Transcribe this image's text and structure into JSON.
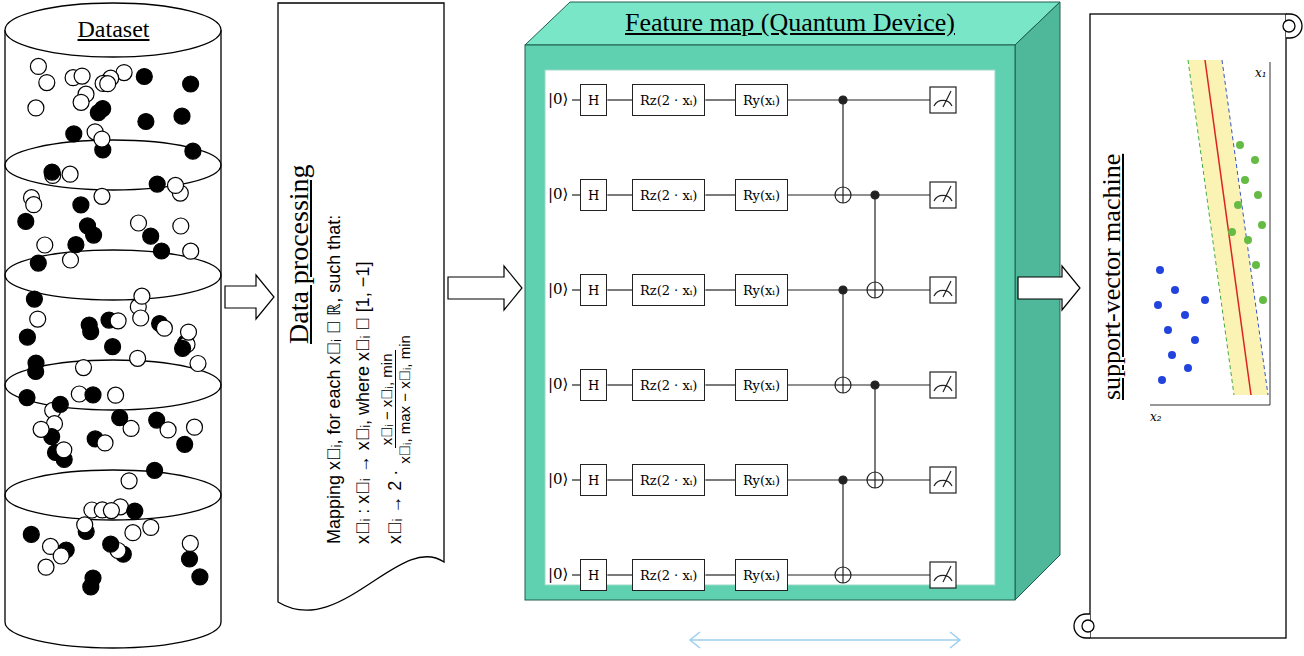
{
  "diagram": {
    "nodes": [
      {
        "text": [
          "Dataset"
        ]
      },
      {
        "text": [
          "Data processing",
          "Mapping x⃗ᵢ, for each x⃗ᵢ ∈ ℝ, such that:",
          "x⃗ᵢ : x⃗ᵢ → x⃗ᵢ,  where x⃗ᵢ ∈ [1, −1]",
          "x⃗ᵢ → 2 ·",
          "x⃗ᵢ − x⃗ᵢ, min",
          "x⃗ᵢ, max − x⃗ᵢ, min"
        ]
      },
      {
        "text": [
          "Feature map (Quantum Device)"
        ]
      },
      {
        "text": [
          "H"
        ],
        "in": 2
      },
      {
        "text": [
          "Rz(2 · xᵢ)"
        ],
        "in": 2
      },
      {
        "text": [
          "Ry(xᵢ)"
        ],
        "in": 2
      },
      {
        "text": [
          "H"
        ],
        "in": 2
      },
      {
        "text": [
          "Rz(2 · xᵢ)"
        ],
        "in": 2
      },
      {
        "text": [
          "Ry(xᵢ)"
        ],
        "in": 2
      },
      {
        "text": [
          "H"
        ],
        "in": 2
      },
      {
        "text": [
          "Rz(2 · xᵢ)"
        ],
        "in": 2
      },
      {
        "text": [
          "Ry(xᵢ)"
        ],
        "in": 2
      },
      {
        "text": [
          "H"
        ],
        "in": 2
      },
      {
        "text": [
          "Rz(2 · xᵢ)"
        ],
        "in": 2
      },
      {
        "text": [
          "Ry(xᵢ)"
        ],
        "in": 2
      },
      {
        "text": [
          "H"
        ],
        "in": 2
      },
      {
        "text": [
          "Rz(2 · xᵢ)"
        ],
        "in": 2
      },
      {
        "text": [
          "Ry(xᵢ)"
        ],
        "in": 2
      },
      {
        "text": [
          "H"
        ],
        "in": 2
      },
      {
        "text": [
          "Rz(2 · xᵢ)"
        ],
        "in": 2
      },
      {
        "text": [
          "Ry(xᵢ)"
        ],
        "in": 2
      },
      {
        "text": [
          "support-vector machine"
        ]
      }
    ],
    "edges": [
      {
        "from": 0,
        "to": 1,
        "arrow": "to"
      },
      {
        "from": 1,
        "to": 2,
        "arrow": "to"
      },
      {
        "from": 2,
        "to": 21,
        "arrow": "to"
      },
      {
        "from": 3,
        "to": 4,
        "arrow": "none"
      },
      {
        "from": 4,
        "to": 5,
        "arrow": "none"
      },
      {
        "from": 6,
        "to": 7,
        "arrow": "none"
      },
      {
        "from": 7,
        "to": 8,
        "arrow": "none"
      },
      {
        "from": 9,
        "to": 10,
        "arrow": "none"
      },
      {
        "from": 10,
        "to": 11,
        "arrow": "none"
      },
      {
        "from": 12,
        "to": 13,
        "arrow": "none"
      },
      {
        "from": 13,
        "to": 14,
        "arrow": "none"
      },
      {
        "from": 15,
        "to": 16,
        "arrow": "none"
      },
      {
        "from": 16,
        "to": 17,
        "arrow": "none"
      },
      {
        "from": 18,
        "to": 19,
        "arrow": "none"
      },
      {
        "from": 19,
        "to": 20,
        "arrow": "none"
      }
    ],
    "labels": [
      "|0⟩",
      "|0⟩",
      "|0⟩",
      "|0⟩",
      "|0⟩",
      "|0⟩",
      "x₁",
      "x₂"
    ]
  }
}
